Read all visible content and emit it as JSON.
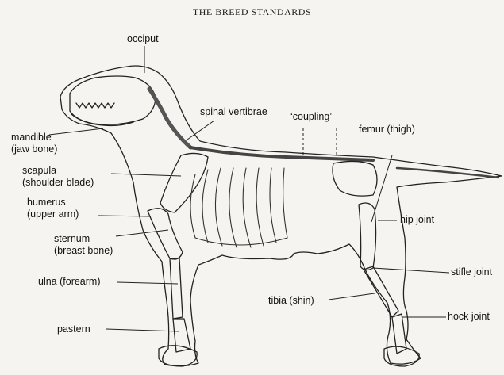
{
  "header": {
    "title": "THE BREED STANDARDS"
  },
  "labels": {
    "occiput": "occiput",
    "spinal": "spinal vertibrae",
    "coupling": "‘coupling’",
    "femur": "femur (thigh)",
    "mandible_1": "mandible",
    "mandible_2": "(jaw bone)",
    "scapula_1": "scapula",
    "scapula_2": "(shoulder blade)",
    "humerus_1": "humerus",
    "humerus_2": "(upper arm)",
    "hip": "hip joint",
    "sternum_1": "sternum",
    "sternum_2": "(breast bone)",
    "stifle": "stifle joint",
    "ulna": "ulna (forearm)",
    "tibia": "tibia (shin)",
    "hock": "hock joint",
    "pastern": "pastern"
  }
}
